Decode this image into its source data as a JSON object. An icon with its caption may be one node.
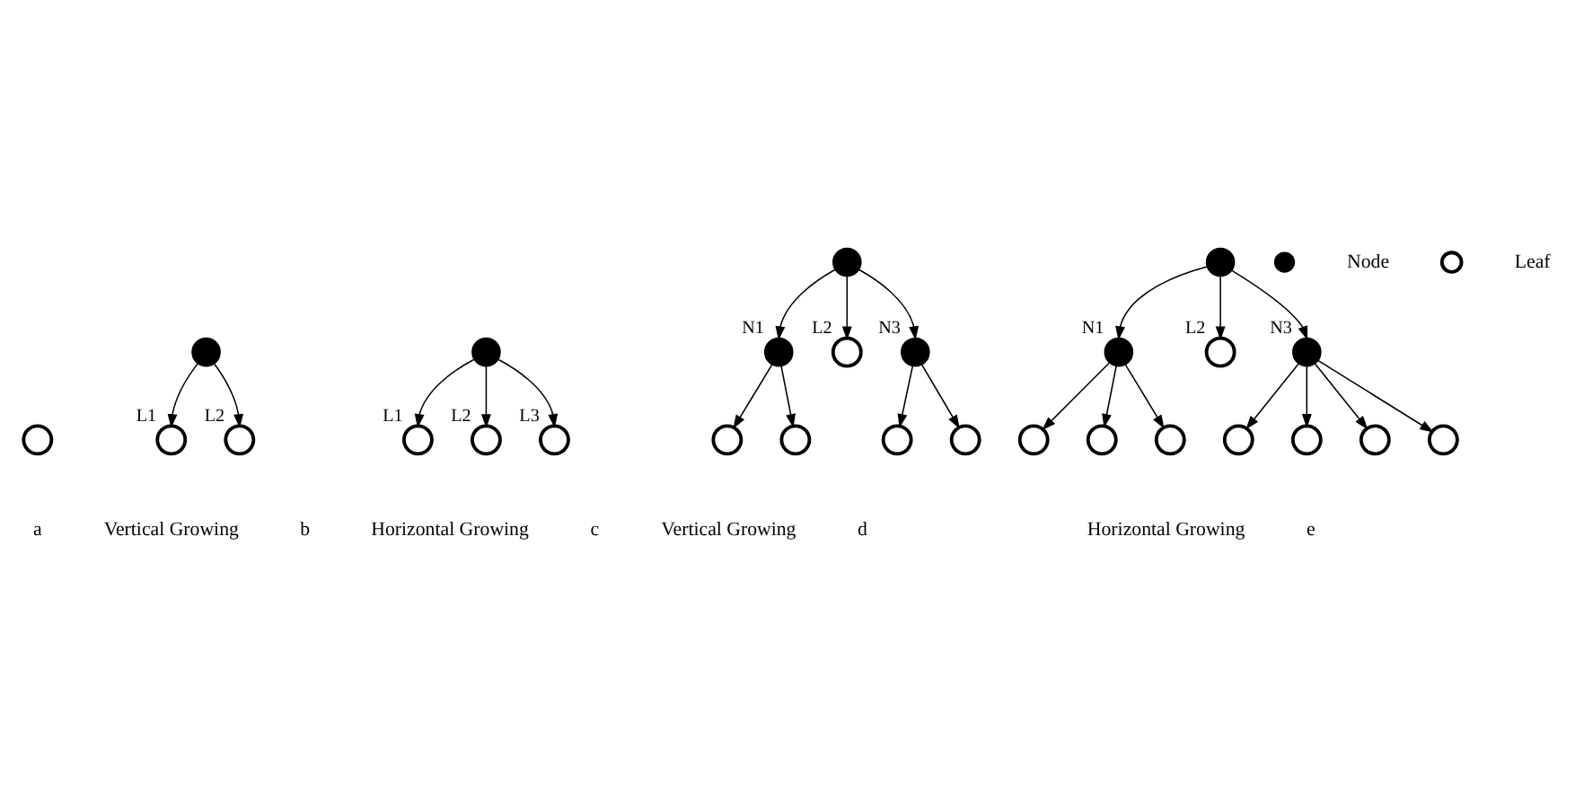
{
  "diagram": {
    "nodes": [
      {
        "text": [],
        "shape": "circle"
      },
      {
        "text": [],
        "shape": "dot"
      },
      {
        "text": [],
        "shape": "circle",
        "beside": [
          "L1"
        ]
      },
      {
        "text": [],
        "shape": "circle",
        "beside": [
          "L2"
        ]
      },
      {
        "text": [],
        "shape": "dot"
      },
      {
        "text": [],
        "shape": "circle",
        "beside": [
          "L1"
        ]
      },
      {
        "text": [],
        "shape": "circle",
        "beside": [
          "L2"
        ]
      },
      {
        "text": [],
        "shape": "circle",
        "beside": [
          "L3"
        ]
      },
      {
        "text": [],
        "shape": "dot"
      },
      {
        "text": [],
        "shape": "dot",
        "beside": [
          "N1"
        ]
      },
      {
        "text": [],
        "shape": "circle",
        "beside": [
          "L2"
        ]
      },
      {
        "text": [],
        "shape": "dot",
        "beside": [
          "N3"
        ]
      },
      {
        "text": [],
        "shape": "circle"
      },
      {
        "text": [],
        "shape": "circle"
      },
      {
        "text": [],
        "shape": "circle"
      },
      {
        "text": [],
        "shape": "circle"
      },
      {
        "text": [],
        "shape": "dot"
      },
      {
        "text": [],
        "shape": "dot",
        "beside": [
          "N1"
        ]
      },
      {
        "text": [],
        "shape": "circle",
        "beside": [
          "L2"
        ]
      },
      {
        "text": [],
        "shape": "dot",
        "beside": [
          "N3"
        ]
      },
      {
        "text": [],
        "shape": "circle"
      },
      {
        "text": [],
        "shape": "circle"
      },
      {
        "text": [],
        "shape": "circle"
      },
      {
        "text": [],
        "shape": "circle"
      },
      {
        "text": [],
        "shape": "circle"
      },
      {
        "text": [],
        "shape": "circle"
      },
      {
        "text": [],
        "shape": "circle"
      }
    ],
    "edges": [
      {
        "from": 1,
        "to": 2,
        "arrow": "to"
      },
      {
        "from": 1,
        "to": 3,
        "arrow": "to"
      },
      {
        "from": 4,
        "to": 5,
        "arrow": "to"
      },
      {
        "from": 4,
        "to": 6,
        "arrow": "to"
      },
      {
        "from": 4,
        "to": 7,
        "arrow": "to"
      },
      {
        "from": 8,
        "to": 9,
        "arrow": "to"
      },
      {
        "from": 8,
        "to": 10,
        "arrow": "to"
      },
      {
        "from": 8,
        "to": 11,
        "arrow": "to"
      },
      {
        "from": 9,
        "to": 12,
        "arrow": "to"
      },
      {
        "from": 9,
        "to": 13,
        "arrow": "to"
      },
      {
        "from": 11,
        "to": 14,
        "arrow": "to"
      },
      {
        "from": 11,
        "to": 15,
        "arrow": "to"
      },
      {
        "from": 16,
        "to": 17,
        "arrow": "to"
      },
      {
        "from": 16,
        "to": 18,
        "arrow": "to"
      },
      {
        "from": 16,
        "to": 19,
        "arrow": "to"
      },
      {
        "from": 17,
        "to": 20,
        "arrow": "to"
      },
      {
        "from": 17,
        "to": 21,
        "arrow": "to"
      },
      {
        "from": 17,
        "to": 22,
        "arrow": "to"
      },
      {
        "from": 19,
        "to": 23,
        "arrow": "to"
      },
      {
        "from": 19,
        "to": 24,
        "arrow": "to"
      },
      {
        "from": 19,
        "to": 25,
        "arrow": "to"
      },
      {
        "from": 19,
        "to": 26,
        "arrow": "to"
      }
    ],
    "labels": [
      "Vertical Growing",
      "Horizontal Growing",
      "Vertical Growing",
      "Horizontal Growing",
      "a",
      "b",
      "c",
      "d",
      "e"
    ],
    "legend": [
      {
        "text": "Node"
      },
      {
        "text": "Leaf"
      }
    ]
  }
}
